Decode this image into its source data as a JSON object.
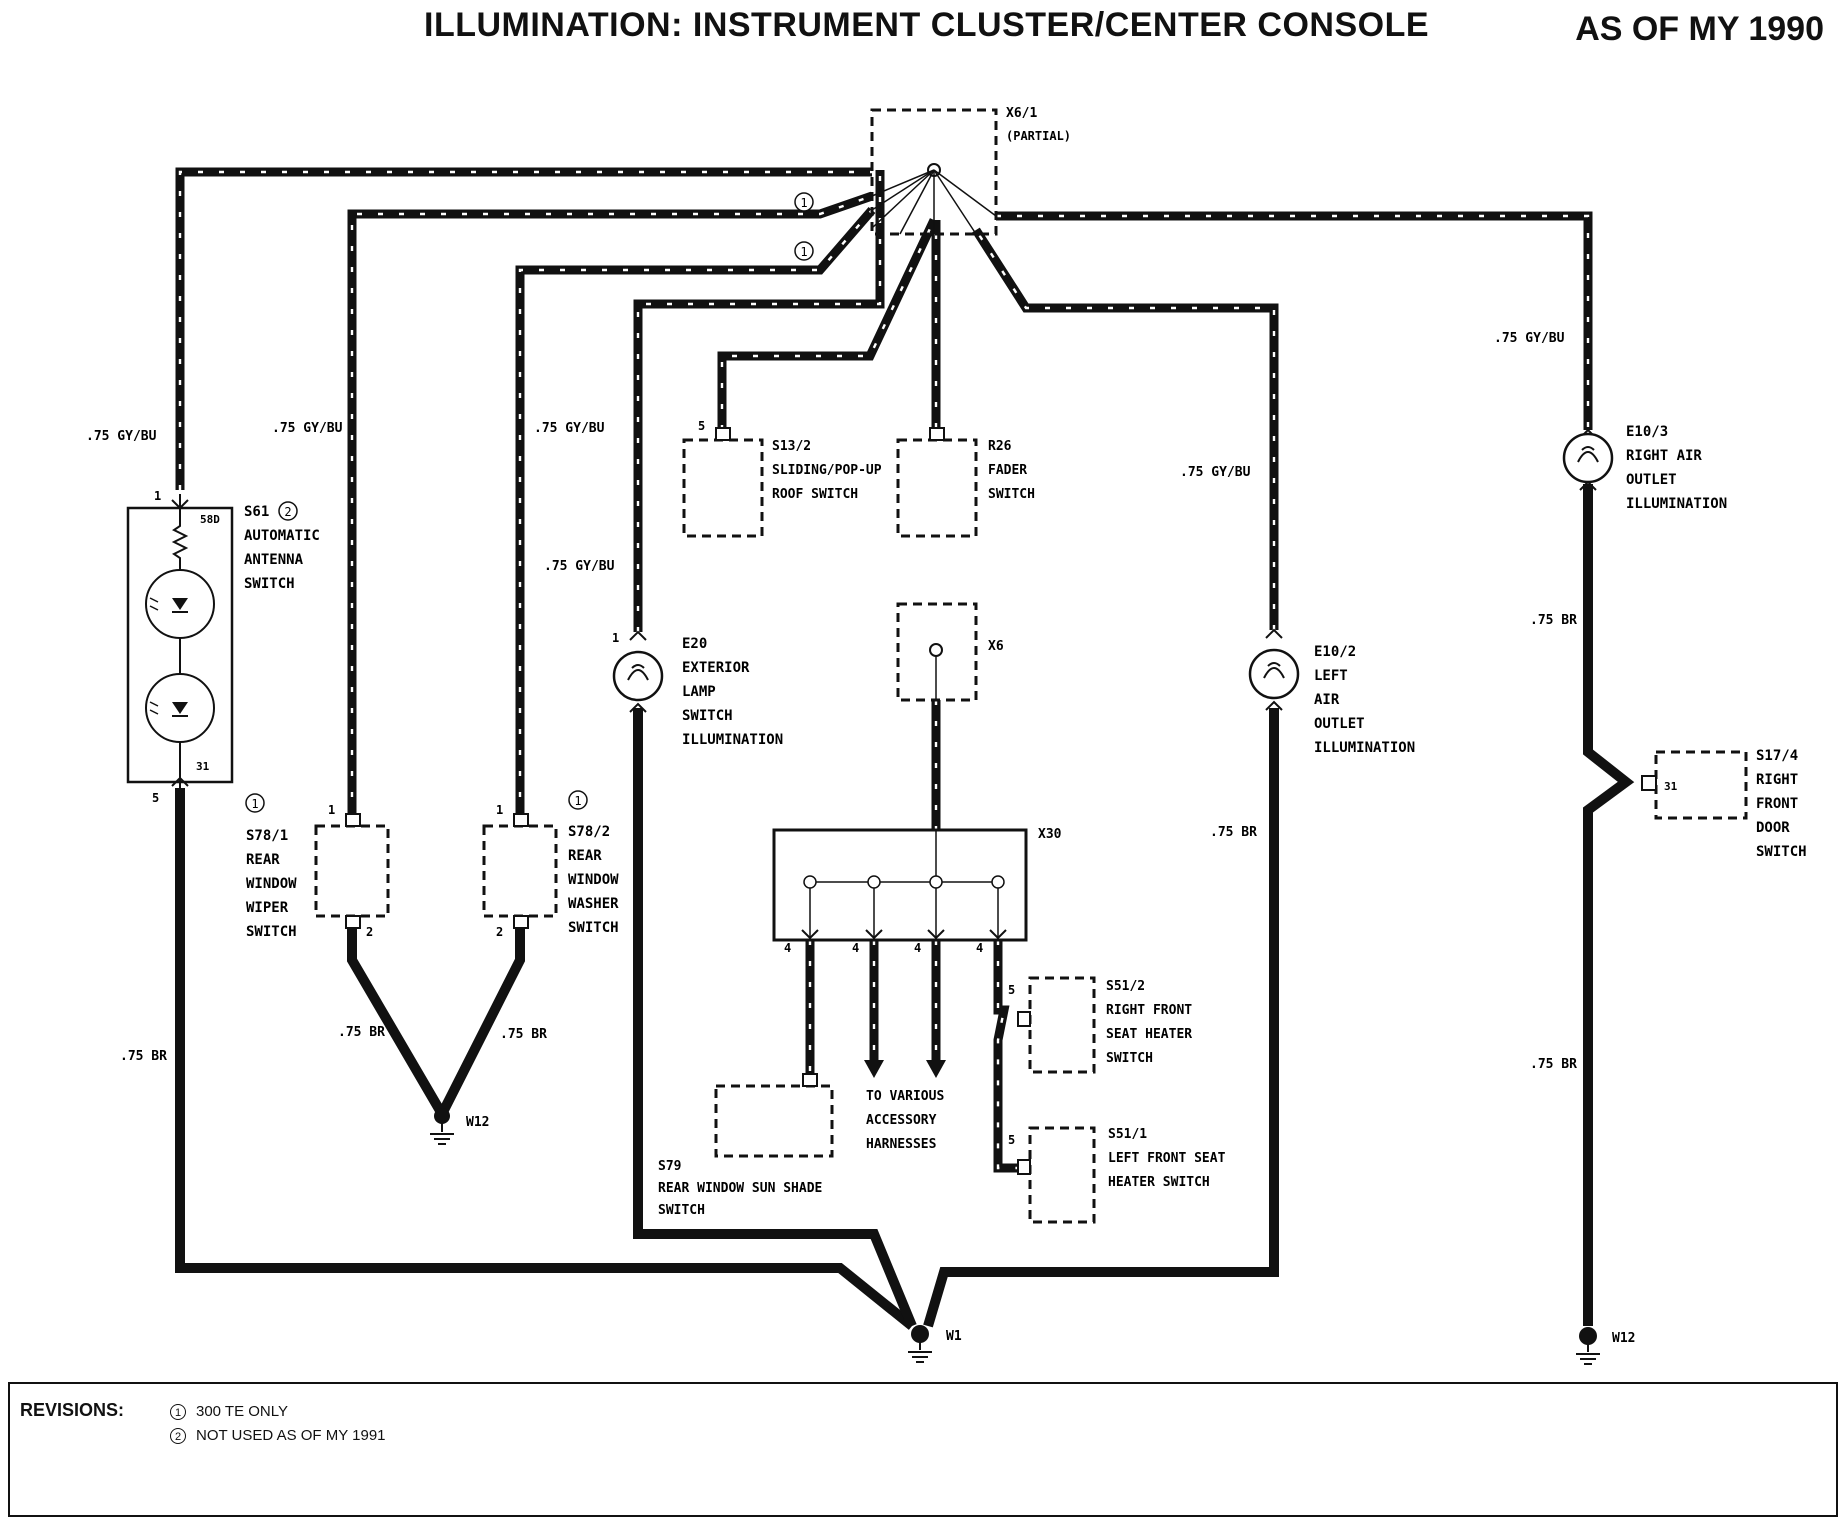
{
  "header": {
    "title": "ILLUMINATION: INSTRUMENT CLUSTER/CENTER CONSOLE",
    "as_of": "AS OF MY 1990"
  },
  "connectors": {
    "x6_1": "X6/1",
    "x6_1_note": "(PARTIAL)",
    "x6": "X6",
    "x30": "X30"
  },
  "components": {
    "s61": {
      "id": "S61",
      "name": [
        "AUTOMATIC",
        "ANTENNA",
        "SWITCH"
      ],
      "pin_top": "1",
      "pin_bottom": "5",
      "term_top": "58D",
      "term_bottom": "31"
    },
    "s78_1": {
      "id": "S78/1",
      "name": [
        "REAR",
        "WINDOW",
        "WIPER",
        "SWITCH"
      ],
      "pin_top": "1",
      "pin_bottom": "2"
    },
    "s78_2": {
      "id": "S78/2",
      "name": [
        "REAR",
        "WINDOW",
        "WASHER",
        "SWITCH"
      ],
      "pin_top": "1",
      "pin_bottom": "2"
    },
    "s13_2": {
      "id": "S13/2",
      "name": [
        "SLIDING/POP-UP",
        "ROOF SWITCH"
      ],
      "pin": "5"
    },
    "r26": {
      "id": "R26",
      "name": [
        "FADER",
        "SWITCH"
      ]
    },
    "e20": {
      "id": "E20",
      "name": [
        "EXTERIOR",
        "LAMP",
        "SWITCH",
        "ILLUMINATION"
      ],
      "pin": "1"
    },
    "e10_2": {
      "id": "E10/2",
      "name": [
        "LEFT",
        "AIR",
        "OUTLET",
        "ILLUMINATION"
      ]
    },
    "e10_3": {
      "id": "E10/3",
      "name": [
        "RIGHT AIR",
        "OUTLET",
        "ILLUMINATION"
      ]
    },
    "s17_4": {
      "id": "S17/4",
      "name": [
        "RIGHT",
        "FRONT",
        "DOOR",
        "SWITCH"
      ],
      "pin": "31"
    },
    "s51_2": {
      "id": "S51/2",
      "name": [
        "RIGHT FRONT",
        "SEAT HEATER",
        "SWITCH"
      ],
      "pin": "5"
    },
    "s51_1": {
      "id": "S51/1",
      "name": [
        "LEFT FRONT SEAT",
        "HEATER SWITCH"
      ],
      "pin": "5"
    },
    "s79": {
      "id": "S79",
      "name": [
        "REAR WINDOW SUN SHADE",
        "SWITCH"
      ]
    }
  },
  "x30_pins": [
    "4",
    "4",
    "4",
    "4"
  ],
  "accessory_note": [
    "TO VARIOUS",
    "ACCESSORY",
    "HARNESSES"
  ],
  "wires": {
    "gy_bu": ".75 GY/BU",
    "br": ".75 BR"
  },
  "grounds": {
    "w1": "W1",
    "w12_left": "W12",
    "w12_right": "W12"
  },
  "revisions": {
    "label": "REVISIONS:",
    "items": [
      {
        "num": "1",
        "text": "300 TE ONLY"
      },
      {
        "num": "2",
        "text": "NOT USED AS OF MY 1991"
      }
    ]
  },
  "colors": {
    "wire": "#111111",
    "stripe": "#ffffff",
    "background": "#ffffff"
  }
}
